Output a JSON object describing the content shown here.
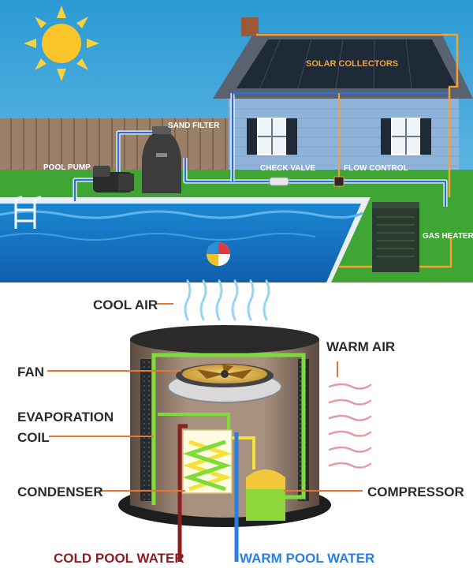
{
  "top_diagram": {
    "solar_collectors": "SOLAR COLLECTORS",
    "sand_filter": "SAND FILTER",
    "pool_pump": "POOL PUMP",
    "check_valve": "CHECK VALVE",
    "flow_control": "FLOW CONTROL",
    "gas_heater": "GAS HEATER"
  },
  "bottom_diagram": {
    "cool_air": "COOL AIR",
    "warm_air": "WARM AIR",
    "fan": "FAN",
    "evaporation_coil_line1": "EVAPORATION",
    "evaporation_coil_line2": "COIL",
    "condenser": "CONDENSER",
    "compressor": "COMPRESSOR",
    "cold_pool_water": "COLD POOL WATER",
    "warm_pool_water": "WARM POOL WATER"
  },
  "colors": {
    "sky": "#2e9fd8",
    "grass": "#3fa535",
    "pool_water": "#1e8fd6",
    "house_siding": "#8fb3d9",
    "roof": "#5a6270",
    "solar_line": "#f7a230",
    "water_line_blue": "#2a6fdb",
    "coil_green": "#7ddc3a",
    "coil_yellow": "#f2e23a",
    "cold_water_red": "#8b1e1e",
    "warm_air_pink": "#e39aa0",
    "cool_air_blue": "#9ad4f0",
    "label_orange": "#e8762c"
  }
}
